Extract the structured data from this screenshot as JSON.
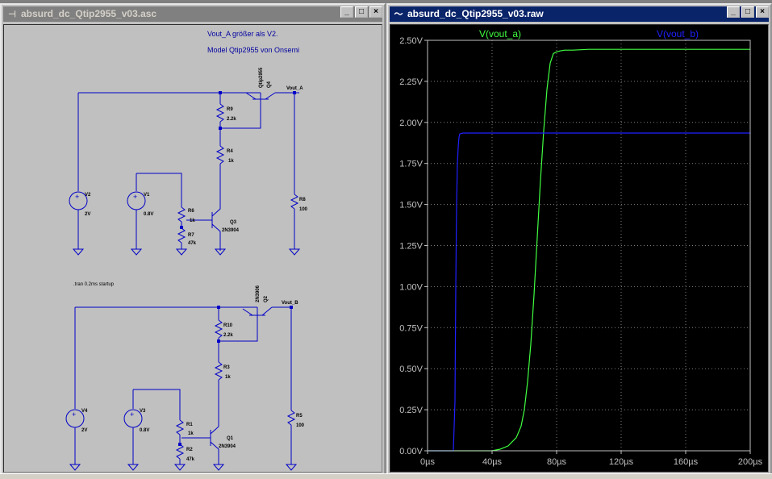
{
  "schematic_window": {
    "title": "absurd_dc_Qtip2955_v03.asc",
    "annotations": {
      "line1": "Vout_A größer als V2.",
      "line2": "Model Qtip2955 von Onsemi",
      "tran": ".tran 0.2ms startup"
    },
    "circuit_a": {
      "q4_model": "Qtip2955",
      "q4_name": "Q4",
      "out_label": "Vout_A",
      "r9_name": "R9",
      "r9_val": "2.2k",
      "r4_name": "R4",
      "r4_val": "1k",
      "v2_name": "V2",
      "v2_val": "2V",
      "v1_name": "V1",
      "v1_val": "0.8V",
      "r6_name": "R6",
      "r6_val": "1k",
      "r7_name": "R7",
      "r7_val": "47k",
      "q3_name": "Q3",
      "q3_model": "2N3904",
      "r8_name": "R8",
      "r8_val": "100"
    },
    "circuit_b": {
      "q2_model": "2N3906",
      "q2_name": "Q2",
      "out_label": "Vout_B",
      "r10_name": "R10",
      "r10_val": "2.2k",
      "r3_name": "R3",
      "r3_val": "1k",
      "v4_name": "V4",
      "v4_val": "2V",
      "v3_name": "V3",
      "v3_val": "0.8V",
      "r1_name": "R1",
      "r1_val": "1k",
      "r2_name": "R2",
      "r2_val": "47k",
      "q1_name": "Q1",
      "q1_model": "2N3904",
      "r5_name": "R5",
      "r5_val": "100"
    }
  },
  "waveform_window": {
    "title": "absurd_dc_Qtip2955_v03.raw"
  },
  "colors": {
    "schematic_bg": "#c0c0c0",
    "wire": "#0000c8",
    "text": "#000000",
    "trace_a": "#40ff40",
    "trace_b": "#2020ff",
    "plot_bg": "#000000",
    "plot_text": "#c0c0c0"
  },
  "chart_data": {
    "type": "line",
    "xlabel": "",
    "ylabel": "",
    "xlim": [
      0,
      200
    ],
    "ylim": [
      0,
      2.5
    ],
    "x_ticks": [
      "0µs",
      "40µs",
      "80µs",
      "120µs",
      "160µs",
      "200µs"
    ],
    "y_ticks": [
      "0.00V",
      "0.25V",
      "0.50V",
      "0.75V",
      "1.00V",
      "1.25V",
      "1.50V",
      "1.75V",
      "2.00V",
      "2.25V",
      "2.50V"
    ],
    "grid": true,
    "series": [
      {
        "name": "V(vout_a)",
        "x": [
          0,
          20,
          40,
          45,
          50,
          55,
          58,
          60,
          62,
          64,
          66,
          68,
          70,
          72,
          74,
          76,
          78,
          80,
          82,
          85,
          90,
          100,
          120,
          200
        ],
        "values": [
          0,
          0,
          0,
          0.01,
          0.03,
          0.08,
          0.15,
          0.25,
          0.42,
          0.65,
          0.95,
          1.3,
          1.65,
          1.95,
          2.2,
          2.36,
          2.42,
          2.43,
          2.435,
          2.44,
          2.44,
          2.445,
          2.445,
          2.445
        ]
      },
      {
        "name": "V(vout_b)",
        "x": [
          0,
          16,
          17,
          17.5,
          18,
          18.5,
          19,
          19.5,
          20,
          22,
          40,
          80,
          120,
          160,
          200
        ],
        "values": [
          0,
          0,
          0.3,
          1.0,
          1.5,
          1.75,
          1.85,
          1.91,
          1.93,
          1.935,
          1.935,
          1.935,
          1.935,
          1.935,
          1.935
        ]
      }
    ]
  }
}
